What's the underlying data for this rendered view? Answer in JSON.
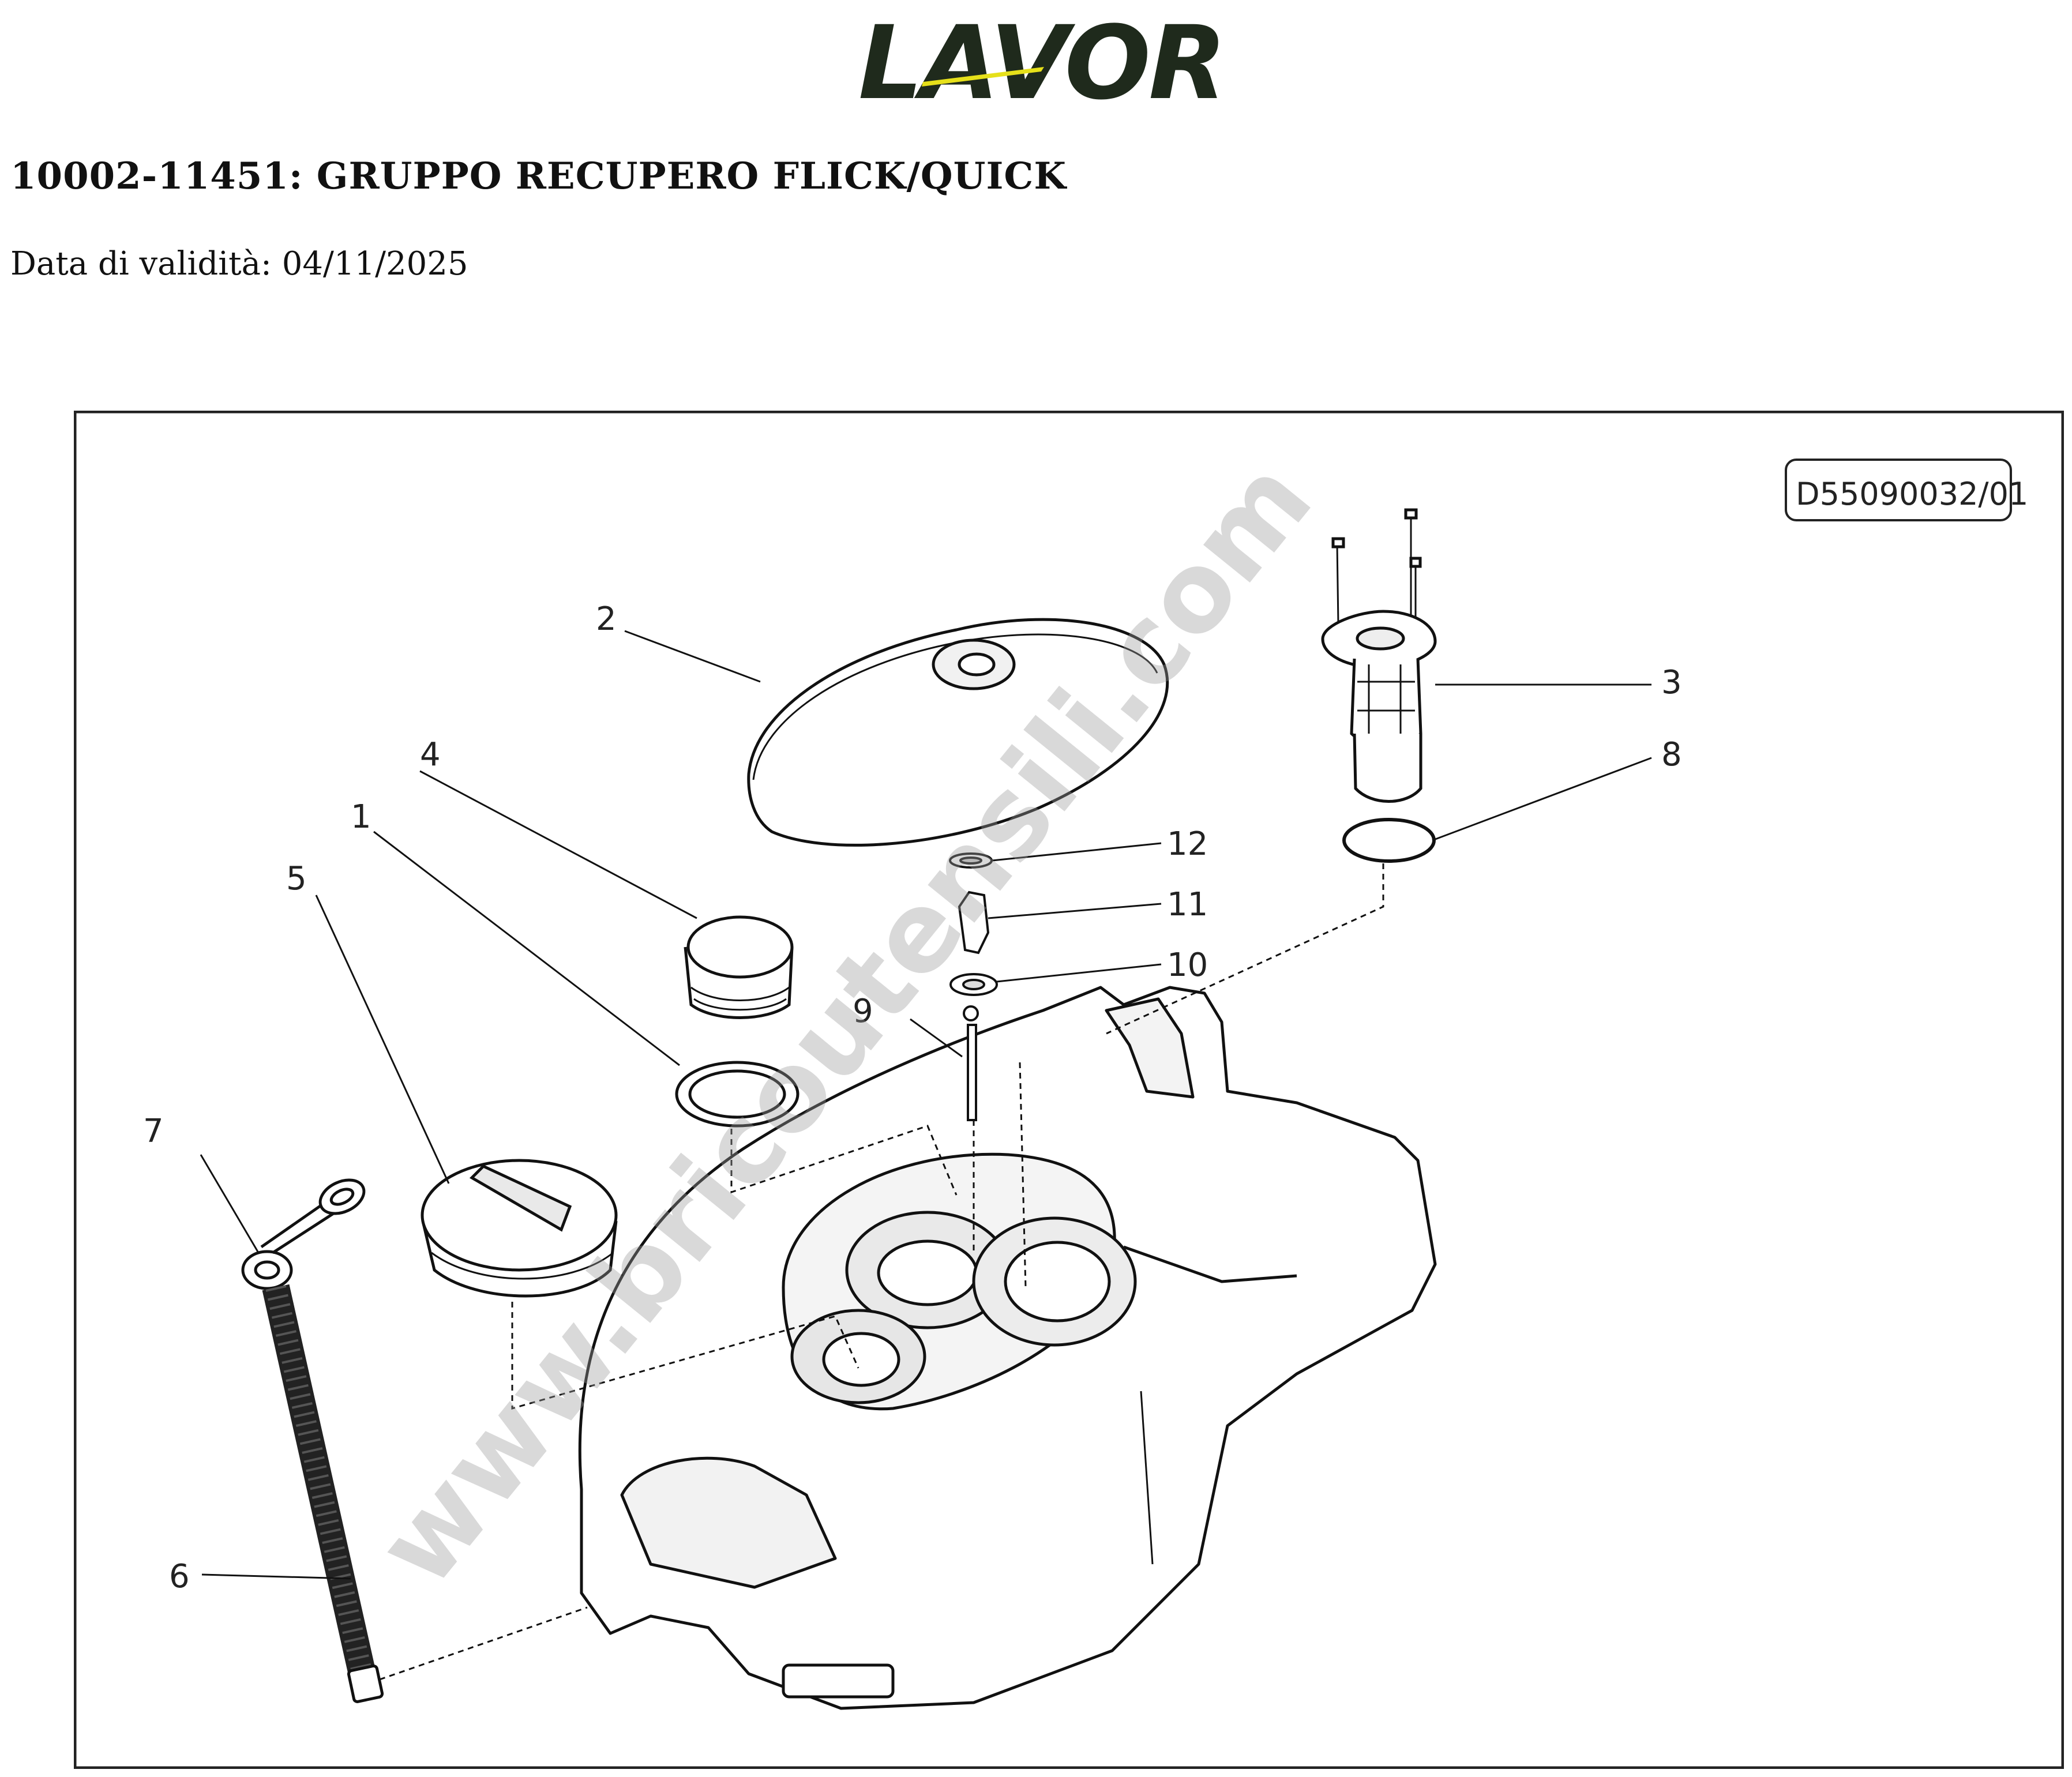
{
  "brand": {
    "name": "LAVOR",
    "color_dark": "#1f2a1c",
    "color_accent": "#e6e01a"
  },
  "header": {
    "title": "10002-11451: GRUPPO RECUPERO FLICK/QUICK",
    "validity": "Data di validità: 04/11/2025"
  },
  "drawing": {
    "code": "D55090032/01",
    "watermark": "www.bricoutensili.com",
    "part_labels": [
      "1",
      "2",
      "3",
      "4",
      "5",
      "6",
      "7",
      "8",
      "9",
      "10",
      "11",
      "12"
    ]
  }
}
